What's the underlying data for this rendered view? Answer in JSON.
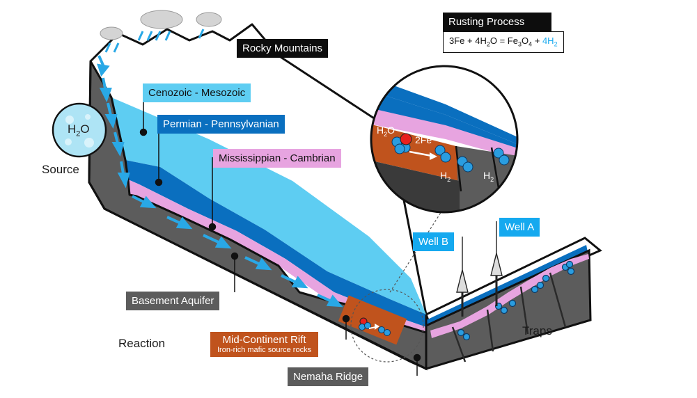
{
  "labels": {
    "rocky_mountains": "Rocky Mountains",
    "cenozoic": "Cenozoic - Mesozoic",
    "permian": "Permian - Pennsylvanian",
    "mississippian": "Mississippian - Cambrian",
    "basement_aquifer": "Basement Aquifer",
    "rift_title": "Mid-Continent Rift",
    "rift_sub": "Iron-rich mafic source rocks",
    "nemaha": "Nemaha Ridge",
    "source": "Source",
    "reaction": "Reaction",
    "traps": "Traps",
    "well_a": "Well A",
    "well_b": "Well B",
    "h2o_globe": "H2O"
  },
  "inset": {
    "title": "Rusting Process",
    "equation_parts": {
      "lhs": "3Fe + 4H",
      "sub_2a": "2",
      "mid": "O = Fe",
      "sub_3": "3",
      "o": "O",
      "sub_4": "4",
      "plus": " + ",
      "h": "4H",
      "sub_2b": "2"
    },
    "h2o": "H2O",
    "fe": "2Fe",
    "h2_left": "H2",
    "h2_right": "H2"
  },
  "colors": {
    "cenozoic": "#5ecdf2",
    "permian": "#0a6fbf",
    "mississippian": "#e7a4e0",
    "basement": "#5c5c5c",
    "rift": "#c0531d",
    "arrow": "#29a8e6",
    "hydrogen": "#2a9de0",
    "iron": "#e8201d"
  }
}
